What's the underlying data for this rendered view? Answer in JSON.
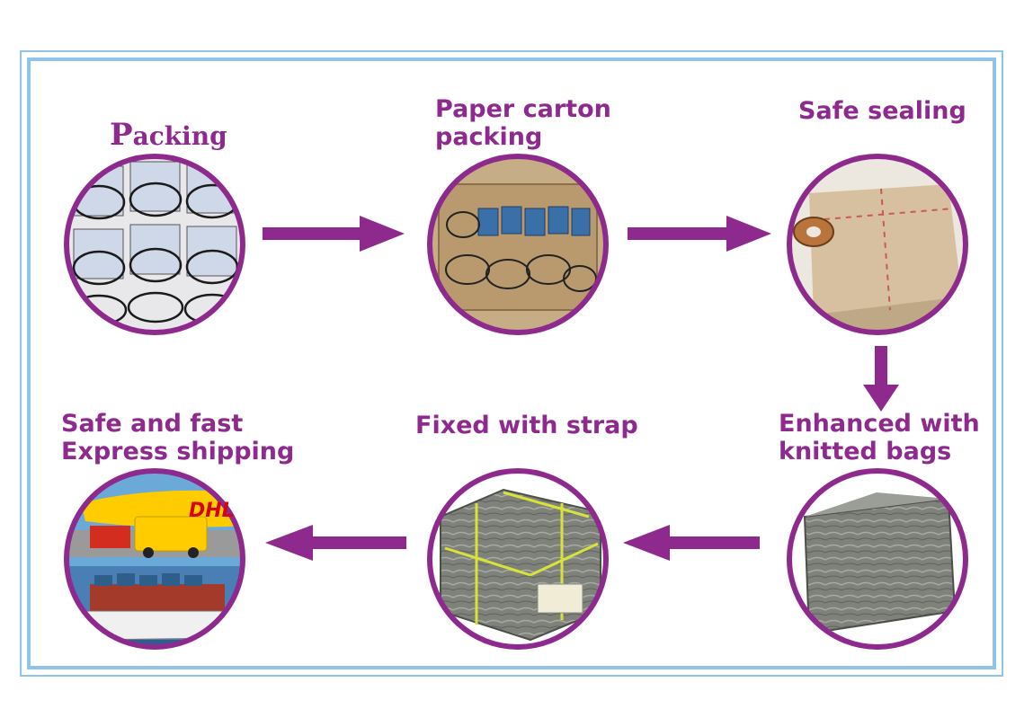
{
  "steps": [
    {
      "id": "packing",
      "label_first": "P",
      "label_rest": "acking"
    },
    {
      "id": "paper-carton",
      "label": "Paper carton\npacking"
    },
    {
      "id": "safe-sealing",
      "label": "Safe sealing"
    },
    {
      "id": "knitted-bags",
      "label": "Enhanced with\nknitted bags"
    },
    {
      "id": "strap",
      "label": "Fixed with strap"
    },
    {
      "id": "express",
      "label": "Safe and fast\nExpress shipping"
    }
  ],
  "logos": {
    "dhl": "DHL"
  },
  "colors": {
    "accent": "#8e2a8e",
    "frame": "#8fc3e8"
  }
}
